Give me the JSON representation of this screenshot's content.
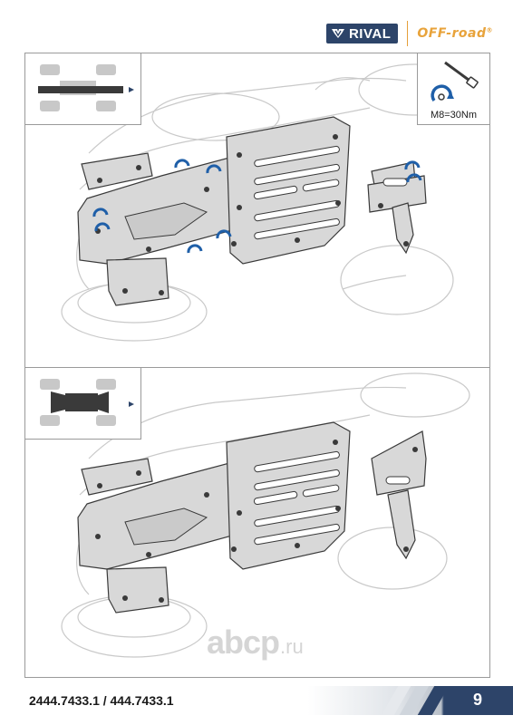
{
  "header": {
    "brand_name": "RIVAL",
    "tagline": "OFF-road",
    "tagline_mark": "®"
  },
  "torque_spec": {
    "label": "M8=30Nm"
  },
  "watermark": {
    "main": "abcp",
    "suffix": ".ru"
  },
  "footer": {
    "part_number": "2444.7433.1 / 444.7433.1",
    "page_number": "9"
  },
  "colors": {
    "brand_navy": "#2d4469",
    "brand_orange": "#e8a33b",
    "bolt_blue": "#1f5fa8"
  }
}
